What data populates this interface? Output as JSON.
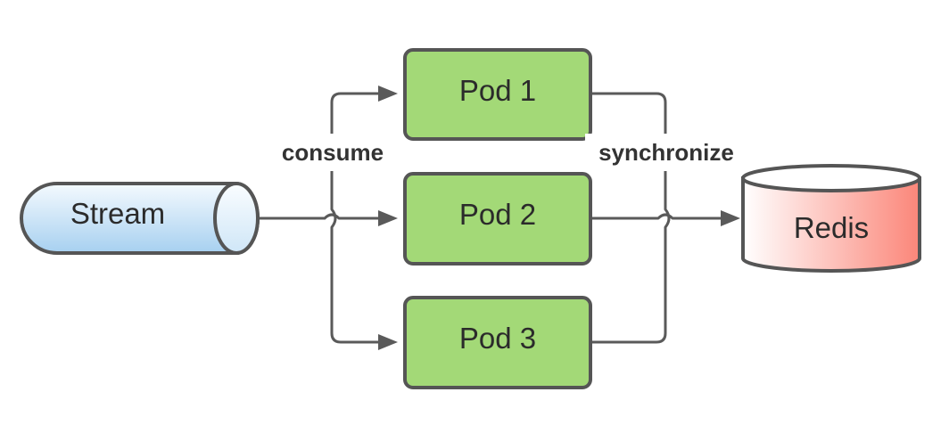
{
  "colors": {
    "pod_fill": "#a3d977",
    "stroke": "#555555",
    "connector": "#5a5a5a",
    "stream_gradient": [
      "#f4fafe",
      "#a7d0f0"
    ],
    "redis_gradient": [
      "#ffffff",
      "#fb8679"
    ]
  },
  "nodes": {
    "stream": {
      "label": "Stream",
      "shape": "horizontal-cylinder"
    },
    "pod1": {
      "label": "Pod 1",
      "shape": "rounded-rectangle"
    },
    "pod2": {
      "label": "Pod 2",
      "shape": "rounded-rectangle"
    },
    "pod3": {
      "label": "Pod 3",
      "shape": "rounded-rectangle"
    },
    "redis": {
      "label": "Redis",
      "shape": "vertical-cylinder"
    }
  },
  "edges": {
    "consume": {
      "label": "consume",
      "from": "stream",
      "to": [
        "pod1",
        "pod2",
        "pod3"
      ]
    },
    "synchronize": {
      "label": "synchronize",
      "from": [
        "pod1",
        "pod2",
        "pod3"
      ],
      "to": "redis"
    }
  }
}
